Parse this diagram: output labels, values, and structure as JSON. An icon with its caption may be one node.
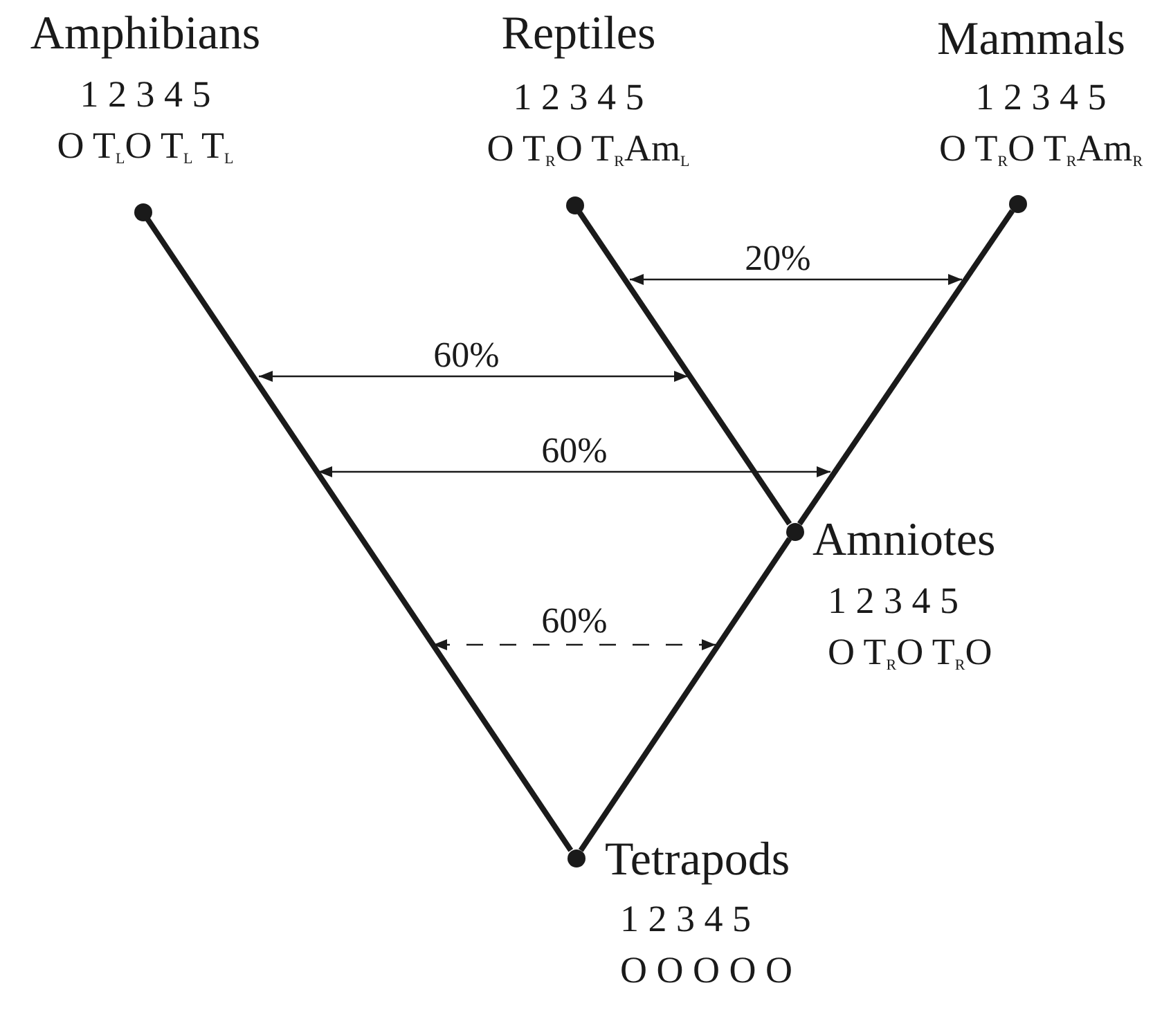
{
  "diagram": {
    "nodes": [
      {
        "text": [],
        "shape": "circle",
        "beside": [
          "Amphibians",
          "1 2 3 4 5",
          "O T$_{L}$O T$_{L}$ T$_{L}$"
        ]
      },
      {
        "text": [],
        "shape": "circle",
        "beside": [
          "Reptiles",
          "1 2 3 4 5",
          "O T$_{R}$O T$_{R}$Am$_{L}$"
        ]
      },
      {
        "text": [],
        "shape": "circle",
        "beside": [
          "Mammals",
          "1 2 3 4 5",
          "O T$_{R}$O T$_{R}$Am$_{R}$"
        ]
      },
      {
        "text": [],
        "shape": "circle",
        "beside": [
          "Amniotes",
          "1 2 3 4 5",
          "O T$_{R}$O T$_{R}$O"
        ]
      },
      {
        "text": [],
        "shape": "circle",
        "beside": [
          "Tetrapods",
          "1 2 3 4 5",
          "O O O O O"
        ]
      }
    ],
    "edges": [
      {
        "from": 4,
        "to": 0,
        "arrow": "none"
      },
      {
        "from": 4,
        "to": 3,
        "arrow": "none"
      },
      {
        "from": 3,
        "to": 1,
        "arrow": "none"
      },
      {
        "from": 3,
        "to": 2,
        "arrow": "none"
      }
    ],
    "labels": [
      "20%",
      "60%",
      "60%",
      "60%"
    ]
  }
}
